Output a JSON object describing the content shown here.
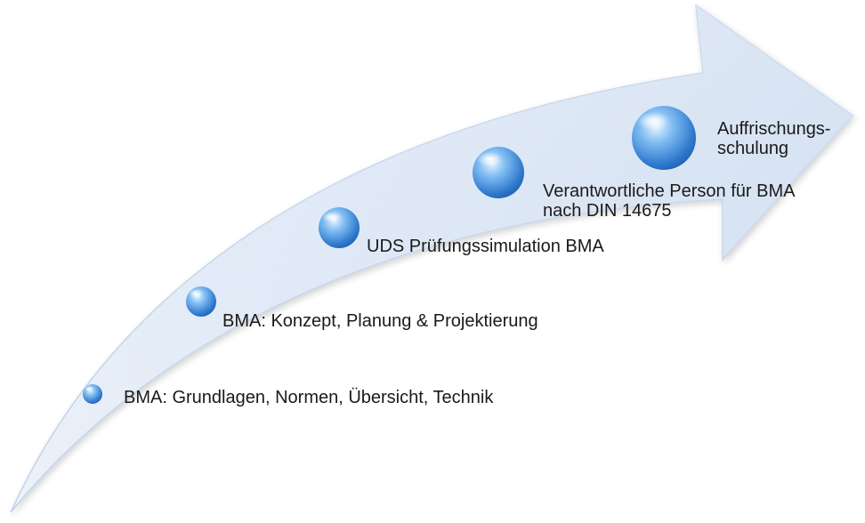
{
  "steps": [
    {
      "label": [
        "BMA: Grundlagen, Normen, Übersicht, Technik"
      ]
    },
    {
      "label": [
        "BMA: Konzept, Planung & Projektierung"
      ]
    },
    {
      "label": [
        "UDS Prüfungssimulation BMA"
      ]
    },
    {
      "label": [
        "Verantwortliche Person für BMA",
        "nach DIN 14675"
      ]
    },
    {
      "label": [
        "Auffrischungs-",
        "schulung"
      ]
    }
  ],
  "colors": {
    "arrow_light": "#e4edf8",
    "arrow_mid": "#c8d8ee",
    "arrow_edge": "#b9cce6",
    "bubble_dark": "#2f7bd0",
    "bubble_light": "#bfe0ff",
    "text": "#1a1a1a"
  }
}
